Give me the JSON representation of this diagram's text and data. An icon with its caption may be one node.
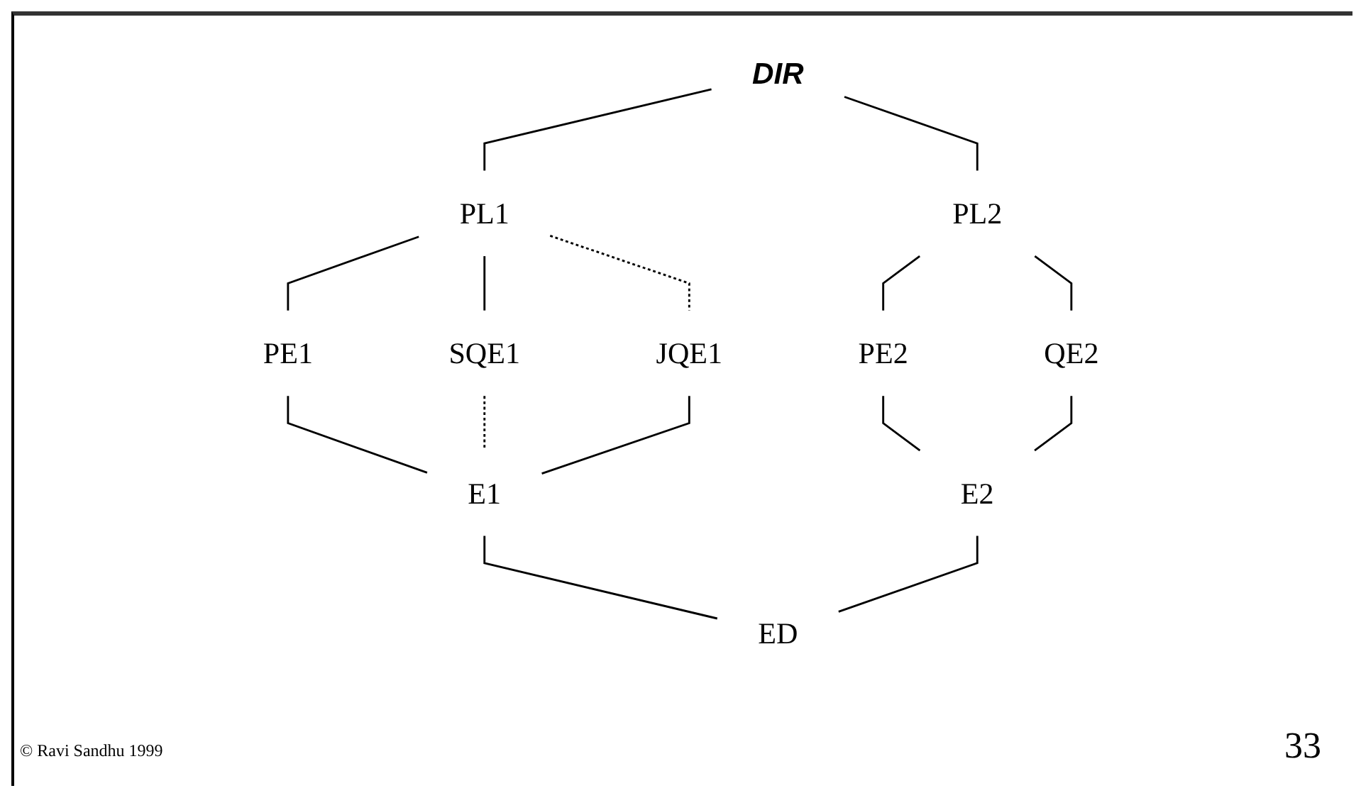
{
  "diagram": {
    "nodes": [
      {
        "text": [
          "DIR"
        ]
      },
      {
        "text": [
          "PL1"
        ]
      },
      {
        "text": [
          "PL2"
        ]
      },
      {
        "text": [
          "PE1"
        ]
      },
      {
        "text": [
          "SQE1"
        ]
      },
      {
        "text": [
          "JQE1"
        ]
      },
      {
        "text": [
          "PE2"
        ]
      },
      {
        "text": [
          "QE2"
        ]
      },
      {
        "text": [
          "E1"
        ]
      },
      {
        "text": [
          "E2"
        ]
      },
      {
        "text": [
          "ED"
        ]
      }
    ],
    "edges": [
      {
        "from": 0,
        "to": 1,
        "arrow": "none"
      },
      {
        "from": 0,
        "to": 2,
        "arrow": "none"
      },
      {
        "from": 1,
        "to": 3,
        "arrow": "none"
      },
      {
        "from": 1,
        "to": 4,
        "arrow": "none"
      },
      {
        "from": 1,
        "to": 5,
        "arrow": "none",
        "style": "dashed"
      },
      {
        "from": 3,
        "to": 8,
        "arrow": "none"
      },
      {
        "from": 4,
        "to": 8,
        "arrow": "none",
        "style": "dashed"
      },
      {
        "from": 5,
        "to": 8,
        "arrow": "none"
      },
      {
        "from": 2,
        "to": 6,
        "arrow": "none"
      },
      {
        "from": 2,
        "to": 7,
        "arrow": "none"
      },
      {
        "from": 6,
        "to": 9,
        "arrow": "none"
      },
      {
        "from": 7,
        "to": 9,
        "arrow": "none"
      },
      {
        "from": 8,
        "to": 10,
        "arrow": "none"
      },
      {
        "from": 9,
        "to": 10,
        "arrow": "none"
      }
    ],
    "labels": [
      "© Ravi Sandhu 1999",
      "33"
    ]
  }
}
